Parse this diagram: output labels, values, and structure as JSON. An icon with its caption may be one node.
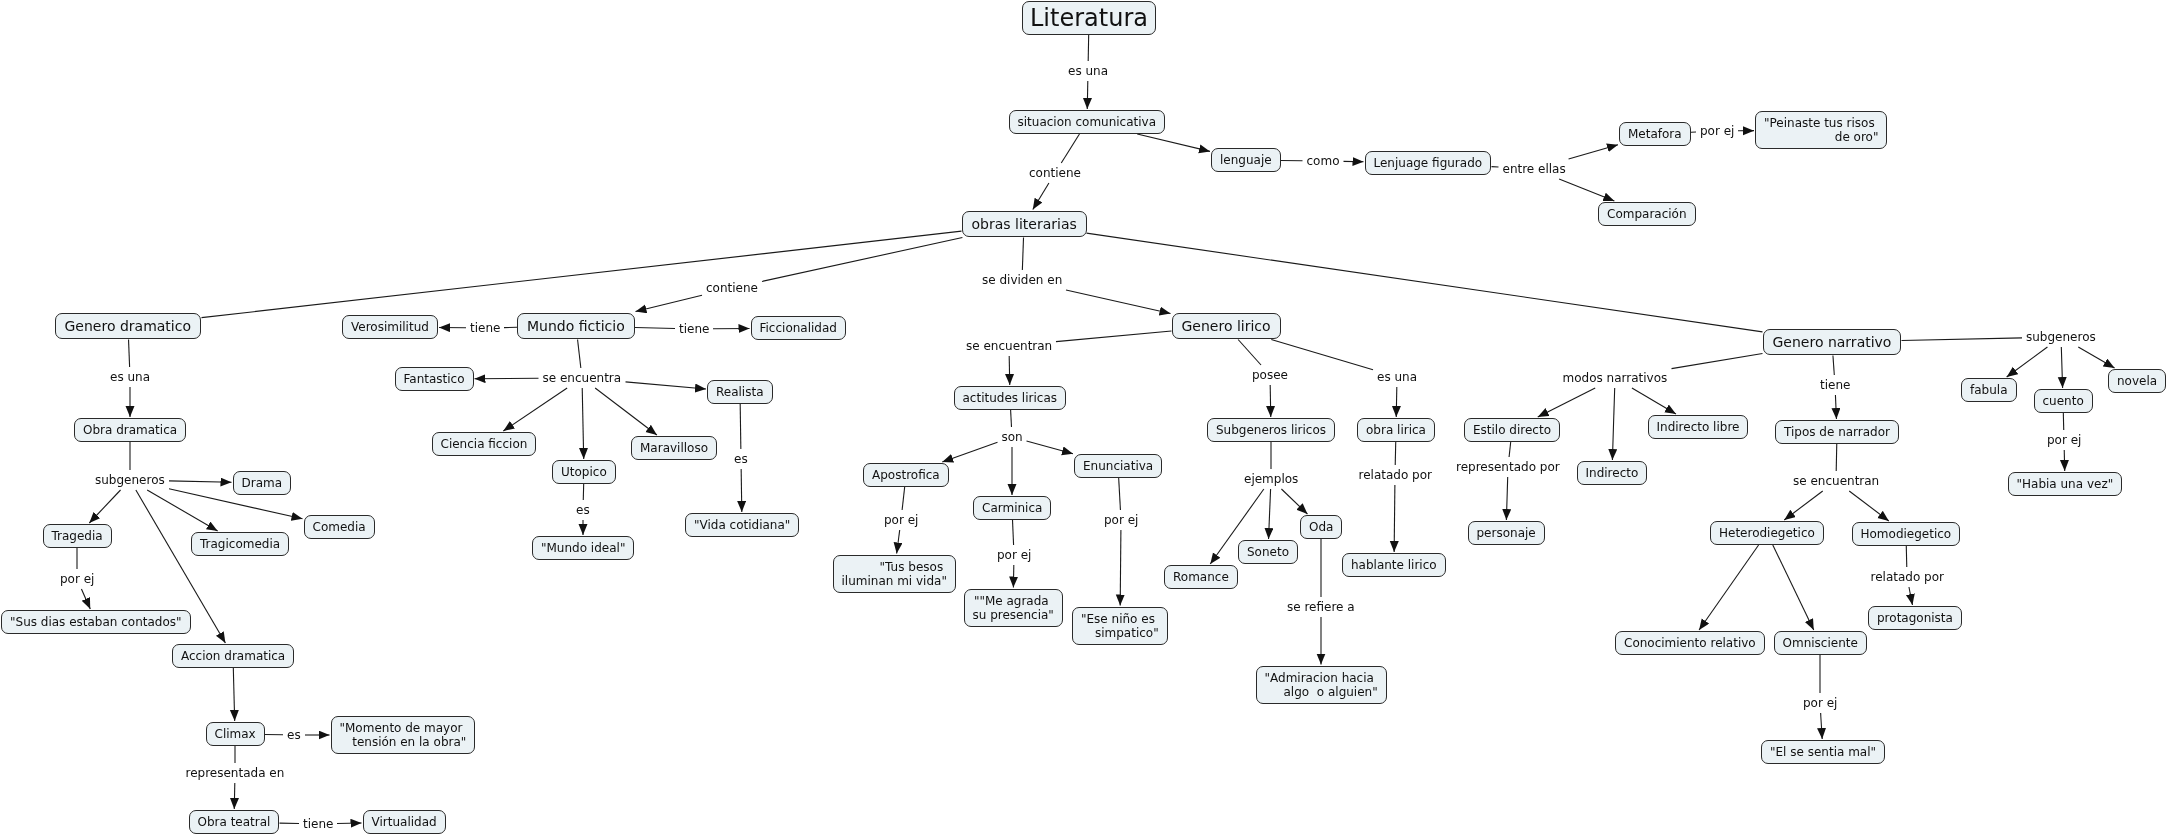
{
  "diagram": {
    "nodes": [
      {
        "text": [
          "Literatura"
        ]
      },
      {
        "text": [
          "es una"
        ]
      },
      {
        "text": [
          "situacion comunicativa"
        ]
      },
      {
        "text": [
          "Metafora"
        ]
      },
      {
        "text": [
          "por ej"
        ]
      },
      {
        "text": [
          "\"Peinaste tus risos de oro\""
        ]
      },
      {
        "text": [
          "lenguaje"
        ]
      },
      {
        "text": [
          "como"
        ]
      },
      {
        "text": [
          "Lenjuage figurado"
        ]
      },
      {
        "text": [
          "entre ellas"
        ]
      },
      {
        "text": [
          "contiene"
        ]
      },
      {
        "text": [
          "Comparación"
        ]
      },
      {
        "text": [
          "obras literarias"
        ]
      },
      {
        "text": [
          "se dividen en"
        ]
      },
      {
        "text": [
          "contiene"
        ]
      },
      {
        "text": [
          "Genero dramatico"
        ]
      },
      {
        "text": [
          "Verosimilitud"
        ]
      },
      {
        "text": [
          "tiene"
        ]
      },
      {
        "text": [
          "Mundo ficticio"
        ]
      },
      {
        "text": [
          "tiene"
        ]
      },
      {
        "text": [
          "Ficcionalidad"
        ]
      },
      {
        "text": [
          "Genero lirico"
        ]
      },
      {
        "text": [
          "Genero narrativo"
        ]
      },
      {
        "text": [
          "subgeneros"
        ]
      },
      {
        "text": [
          "se encuentran"
        ]
      },
      {
        "text": [
          "es una"
        ]
      },
      {
        "text": [
          "Fantastico"
        ]
      },
      {
        "text": [
          "se encuentra"
        ]
      },
      {
        "text": [
          "posee"
        ]
      },
      {
        "text": [
          "es una"
        ]
      },
      {
        "text": [
          "modos narrativos"
        ]
      },
      {
        "text": [
          "tiene"
        ]
      },
      {
        "text": [
          "novela"
        ]
      },
      {
        "text": [
          "fabula"
        ]
      },
      {
        "text": [
          "Realista"
        ]
      },
      {
        "text": [
          "actitudes liricas"
        ]
      },
      {
        "text": [
          "cuento"
        ]
      },
      {
        "text": [
          "Obra dramatica"
        ]
      },
      {
        "text": [
          "Subgeneros liricos"
        ]
      },
      {
        "text": [
          "obra lirica"
        ]
      },
      {
        "text": [
          "Estilo directo"
        ]
      },
      {
        "text": [
          "Indirecto libre"
        ]
      },
      {
        "text": [
          "Tipos de narrador"
        ]
      },
      {
        "text": [
          "Ciencia ficcion"
        ]
      },
      {
        "text": [
          "Maravilloso"
        ]
      },
      {
        "text": [
          "son"
        ]
      },
      {
        "text": [
          "por ej"
        ]
      },
      {
        "text": [
          "es"
        ]
      },
      {
        "text": [
          "Utopico"
        ]
      },
      {
        "text": [
          "Enunciativa"
        ]
      },
      {
        "text": [
          "Apostrofica"
        ]
      },
      {
        "text": [
          "Indirecto"
        ]
      },
      {
        "text": [
          "representado por"
        ]
      },
      {
        "text": [
          "Drama"
        ]
      },
      {
        "text": [
          "\"Habia una vez\""
        ]
      },
      {
        "text": [
          "relatado por"
        ]
      },
      {
        "text": [
          "ejemplos"
        ]
      },
      {
        "text": [
          "subgeneros"
        ]
      },
      {
        "text": [
          "se encuentran"
        ]
      },
      {
        "text": [
          "Carminica"
        ]
      },
      {
        "text": [
          "es"
        ]
      },
      {
        "text": [
          "\"Vida cotidiana\""
        ]
      },
      {
        "text": [
          "Oda"
        ]
      },
      {
        "text": [
          "Comedia"
        ]
      },
      {
        "text": [
          "por ej"
        ]
      },
      {
        "text": [
          "por ej"
        ]
      },
      {
        "text": [
          "personaje"
        ]
      },
      {
        "text": [
          "Heterodiegetico"
        ]
      },
      {
        "text": [
          "Homodiegetico"
        ]
      },
      {
        "text": [
          "Tragedia"
        ]
      },
      {
        "text": [
          "Tragicomedia"
        ]
      },
      {
        "text": [
          "\"Mundo ideal\""
        ]
      },
      {
        "text": [
          "Soneto"
        ]
      },
      {
        "text": [
          "hablante lirico"
        ]
      },
      {
        "text": [
          "por ej"
        ]
      },
      {
        "text": [
          "\"Tus besos iluminan mi vida\""
        ]
      },
      {
        "text": [
          "Romance"
        ]
      },
      {
        "text": [
          "relatado por"
        ]
      },
      {
        "text": [
          "por ej"
        ]
      },
      {
        "text": [
          "\"\"Me agrada su presencia\""
        ]
      },
      {
        "text": [
          "protagonista"
        ]
      },
      {
        "text": [
          "\"Ese niño es simpatico\""
        ]
      },
      {
        "text": [
          "se refiere a"
        ]
      },
      {
        "text": [
          "\"Sus dias estaban contados\""
        ]
      },
      {
        "text": [
          "Conocimiento relativo"
        ]
      },
      {
        "text": [
          "Omnisciente"
        ]
      },
      {
        "text": [
          "Accion dramatica"
        ]
      },
      {
        "text": [
          "\"Admiracion hacia algo  o alguien\""
        ]
      },
      {
        "text": [
          "por ej"
        ]
      },
      {
        "text": [
          "\"Momento de mayor tensión en la obra\""
        ]
      },
      {
        "text": [
          "Climax"
        ]
      },
      {
        "text": [
          "\"El se sentia mal\""
        ]
      },
      {
        "text": [
          "es"
        ]
      },
      {
        "text": [
          "representada en"
        ]
      },
      {
        "text": [
          "Obra teatral"
        ]
      },
      {
        "text": [
          "tiene"
        ]
      },
      {
        "text": [
          "Virtualidad"
        ]
      }
    ],
    "edges": [
      {
        "from": 0,
        "to": 1,
        "arrow": "none"
      },
      {
        "from": 1,
        "to": 2,
        "arrow": "to"
      },
      {
        "from": 2,
        "to": 10,
        "arrow": "none"
      },
      {
        "from": 10,
        "to": 12,
        "arrow": "to"
      },
      {
        "from": 2,
        "to": 6,
        "arrow": "to"
      },
      {
        "from": 6,
        "to": 7,
        "arrow": "none"
      },
      {
        "from": 7,
        "to": 8,
        "arrow": "to"
      },
      {
        "from": 8,
        "to": 9,
        "arrow": "none"
      },
      {
        "from": 9,
        "to": 3,
        "arrow": "to"
      },
      {
        "from": 9,
        "to": 11,
        "arrow": "to"
      },
      {
        "from": 3,
        "to": 4,
        "arrow": "none"
      },
      {
        "from": 4,
        "to": 5,
        "arrow": "to"
      },
      {
        "from": 12,
        "to": 15,
        "arrow": "none"
      },
      {
        "from": 12,
        "to": 14,
        "arrow": "none"
      },
      {
        "from": 14,
        "to": 18,
        "arrow": "to"
      },
      {
        "from": 12,
        "to": 13,
        "arrow": "none"
      },
      {
        "from": 13,
        "to": 21,
        "arrow": "to"
      },
      {
        "from": 12,
        "to": 22,
        "arrow": "none"
      },
      {
        "from": 18,
        "to": 17,
        "arrow": "none"
      },
      {
        "from": 17,
        "to": 16,
        "arrow": "to"
      },
      {
        "from": 18,
        "to": 19,
        "arrow": "none"
      },
      {
        "from": 19,
        "to": 20,
        "arrow": "to"
      },
      {
        "from": 18,
        "to": 27,
        "arrow": "none"
      },
      {
        "from": 27,
        "to": 26,
        "arrow": "to"
      },
      {
        "from": 27,
        "to": 34,
        "arrow": "to"
      },
      {
        "from": 27,
        "to": 43,
        "arrow": "to"
      },
      {
        "from": 27,
        "to": 48,
        "arrow": "to"
      },
      {
        "from": 27,
        "to": 44,
        "arrow": "to"
      },
      {
        "from": 48,
        "to": 60,
        "arrow": "none"
      },
      {
        "from": 60,
        "to": 71,
        "arrow": "to"
      },
      {
        "from": 34,
        "to": 47,
        "arrow": "none"
      },
      {
        "from": 47,
        "to": 61,
        "arrow": "to"
      },
      {
        "from": 15,
        "to": 25,
        "arrow": "none"
      },
      {
        "from": 25,
        "to": 37,
        "arrow": "to"
      },
      {
        "from": 37,
        "to": 57,
        "arrow": "none"
      },
      {
        "from": 57,
        "to": 53,
        "arrow": "to"
      },
      {
        "from": 57,
        "to": 69,
        "arrow": "to"
      },
      {
        "from": 57,
        "to": 70,
        "arrow": "to"
      },
      {
        "from": 57,
        "to": 63,
        "arrow": "to"
      },
      {
        "from": 57,
        "to": 86,
        "arrow": "to"
      },
      {
        "from": 69,
        "to": 78,
        "arrow": "none"
      },
      {
        "from": 78,
        "to": 83,
        "arrow": "to"
      },
      {
        "from": 86,
        "to": 90,
        "arrow": "to"
      },
      {
        "from": 90,
        "to": 92,
        "arrow": "none"
      },
      {
        "from": 92,
        "to": 89,
        "arrow": "to"
      },
      {
        "from": 90,
        "to": 93,
        "arrow": "none"
      },
      {
        "from": 93,
        "to": 94,
        "arrow": "to"
      },
      {
        "from": 94,
        "to": 95,
        "arrow": "none"
      },
      {
        "from": 95,
        "to": 96,
        "arrow": "to"
      },
      {
        "from": 21,
        "to": 24,
        "arrow": "none"
      },
      {
        "from": 24,
        "to": 35,
        "arrow": "to"
      },
      {
        "from": 35,
        "to": 45,
        "arrow": "none"
      },
      {
        "from": 45,
        "to": 50,
        "arrow": "to"
      },
      {
        "from": 45,
        "to": 59,
        "arrow": "to"
      },
      {
        "from": 45,
        "to": 49,
        "arrow": "to"
      },
      {
        "from": 50,
        "to": 64,
        "arrow": "none"
      },
      {
        "from": 64,
        "to": 75,
        "arrow": "to"
      },
      {
        "from": 59,
        "to": 74,
        "arrow": "none"
      },
      {
        "from": 74,
        "to": 79,
        "arrow": "to"
      },
      {
        "from": 49,
        "to": 65,
        "arrow": "none"
      },
      {
        "from": 65,
        "to": 81,
        "arrow": "to"
      },
      {
        "from": 21,
        "to": 28,
        "arrow": "none"
      },
      {
        "from": 28,
        "to": 38,
        "arrow": "to"
      },
      {
        "from": 38,
        "to": 56,
        "arrow": "none"
      },
      {
        "from": 56,
        "to": 76,
        "arrow": "to"
      },
      {
        "from": 56,
        "to": 72,
        "arrow": "to"
      },
      {
        "from": 56,
        "to": 62,
        "arrow": "to"
      },
      {
        "from": 62,
        "to": 82,
        "arrow": "none"
      },
      {
        "from": 82,
        "to": 87,
        "arrow": "to"
      },
      {
        "from": 21,
        "to": 29,
        "arrow": "none"
      },
      {
        "from": 29,
        "to": 39,
        "arrow": "to"
      },
      {
        "from": 39,
        "to": 55,
        "arrow": "none"
      },
      {
        "from": 55,
        "to": 73,
        "arrow": "to"
      },
      {
        "from": 22,
        "to": 30,
        "arrow": "none"
      },
      {
        "from": 30,
        "to": 40,
        "arrow": "to"
      },
      {
        "from": 30,
        "to": 51,
        "arrow": "to"
      },
      {
        "from": 30,
        "to": 41,
        "arrow": "to"
      },
      {
        "from": 40,
        "to": 52,
        "arrow": "none"
      },
      {
        "from": 52,
        "to": 66,
        "arrow": "to"
      },
      {
        "from": 22,
        "to": 31,
        "arrow": "none"
      },
      {
        "from": 31,
        "to": 42,
        "arrow": "to"
      },
      {
        "from": 42,
        "to": 58,
        "arrow": "none"
      },
      {
        "from": 58,
        "to": 67,
        "arrow": "to"
      },
      {
        "from": 58,
        "to": 68,
        "arrow": "to"
      },
      {
        "from": 67,
        "to": 84,
        "arrow": "to"
      },
      {
        "from": 67,
        "to": 85,
        "arrow": "to"
      },
      {
        "from": 68,
        "to": 77,
        "arrow": "none"
      },
      {
        "from": 77,
        "to": 80,
        "arrow": "to"
      },
      {
        "from": 85,
        "to": 88,
        "arrow": "none"
      },
      {
        "from": 88,
        "to": 91,
        "arrow": "to"
      },
      {
        "from": 22,
        "to": 23,
        "arrow": "none"
      },
      {
        "from": 23,
        "to": 33,
        "arrow": "to"
      },
      {
        "from": 23,
        "to": 36,
        "arrow": "to"
      },
      {
        "from": 23,
        "to": 32,
        "arrow": "to"
      },
      {
        "from": 36,
        "to": 46,
        "arrow": "none"
      },
      {
        "from": 46,
        "to": 54,
        "arrow": "to"
      }
    ]
  }
}
